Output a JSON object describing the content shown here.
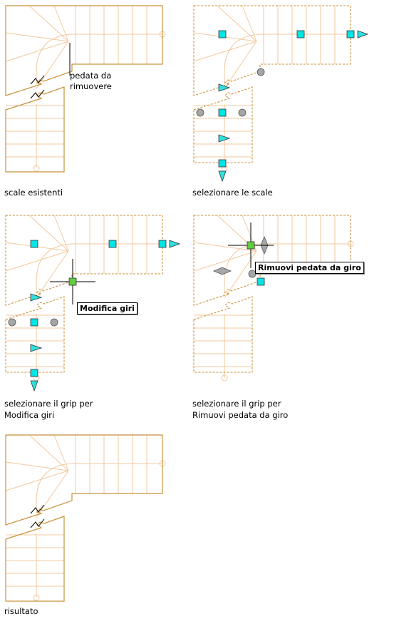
{
  "colors": {
    "stair_line": "#c8923a",
    "stair_light": "#f0c79a",
    "grip_square": "#00e5e5",
    "grip_arrow": "#2fe0e0",
    "grip_gray": "#a6a6a6",
    "active_grip": "#5fce3c",
    "cursor": "#000000"
  },
  "panels": [
    {
      "id": "existing",
      "caption_lines": [
        "scale esistenti"
      ],
      "callout_lines": [
        "pedata da",
        "rimuovere"
      ]
    },
    {
      "id": "select",
      "caption_lines": [
        "selezionare le scale"
      ]
    },
    {
      "id": "grip-edit",
      "caption_lines": [
        "selezionare il grip per",
        "Modifica giri"
      ],
      "tooltip": "Modifica giri"
    },
    {
      "id": "grip-remove",
      "caption_lines": [
        "selezionare il grip per",
        "Rimuovi pedata da giro"
      ],
      "tooltip": "Rimuovi pedata da giro"
    },
    {
      "id": "result",
      "caption_lines": [
        "risultato"
      ]
    }
  ]
}
